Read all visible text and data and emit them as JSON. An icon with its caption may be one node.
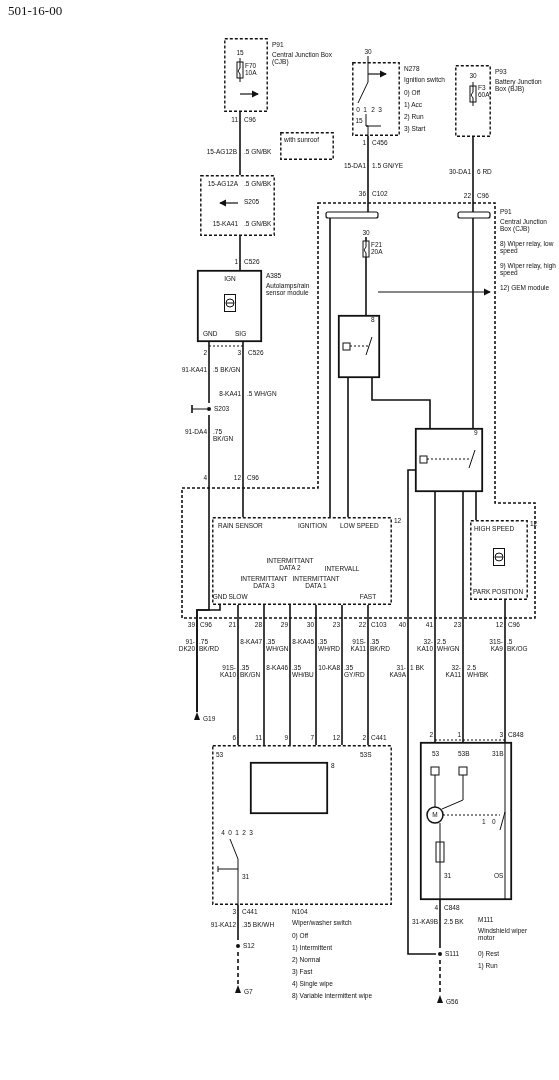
{
  "diagram": {
    "nodes": [
      {
        "text": [
          "P91",
          "Central Junction Box (CJB)"
        ]
      },
      {
        "text": [
          "with sunroof"
        ]
      },
      {
        "text": [
          "S205"
        ]
      },
      {
        "text": [
          "A385",
          "Autolamps/rain sensor module",
          "IGN",
          "GND",
          "SIG"
        ]
      },
      {
        "text": [
          "N278",
          "Ignition switch",
          "0) Off",
          "1) Acc",
          "2) Run",
          "3) Start"
        ]
      },
      {
        "text": [
          "P93",
          "Battery Junction Box (BJB)"
        ]
      },
      {
        "text": [
          "P91",
          "Central Junction Box (CJB)",
          "8) Wiper relay, low speed",
          "9) Wiper relay, high speed",
          "12) GEM module"
        ]
      },
      {
        "text": [
          "8"
        ],
        "in": 6
      },
      {
        "text": [
          "9"
        ],
        "in": 6
      },
      {
        "text": [
          "12",
          "RAIN SENSOR",
          "IGNITION",
          "LOW SPEED",
          "GND",
          "SLOW",
          "INTERMITTANT DATA 3",
          "INTERMITTANT DATA 2",
          "INTERMITTANT DATA 1",
          "INTERVALL",
          "FAST"
        ],
        "in": 6
      },
      {
        "text": [
          "12",
          "HIGH SPEED",
          "PARK POSITION"
        ],
        "in": 6
      },
      {
        "text": [
          "S203"
        ]
      },
      {
        "text": [
          "G19"
        ]
      },
      {
        "text": [
          "53",
          "53S",
          "4",
          "0",
          "1",
          "2",
          "3",
          "31"
        ],
        "beside": [
          "N104",
          "Wiper/washer switch",
          "0) Off",
          "1) Intermittent",
          "2) Normal",
          "3) Fast",
          "4) Single wipe",
          "8) Variable intermittent wipe"
        ]
      },
      {
        "text": [
          "8"
        ],
        "in": 13
      },
      {
        "text": [
          "53",
          "53B",
          "31B",
          "M",
          "1",
          "0",
          "31",
          "OS"
        ],
        "beside": [
          "M111",
          "Windshield wiper motor",
          "0) Rest",
          "1) Run"
        ]
      },
      {
        "text": [
          "S12"
        ]
      },
      {
        "text": [
          "G7"
        ]
      },
      {
        "text": [
          "S111"
        ]
      },
      {
        "text": [
          "G56"
        ]
      },
      {
        "text": [
          "30",
          "F21 20A"
        ],
        "in": 6
      }
    ],
    "edges": [
      {
        "from": 0,
        "to": 2,
        "arrow": "none"
      },
      {
        "from": 2,
        "to": 3,
        "arrow": "none"
      },
      {
        "from": 4,
        "to": 9,
        "arrow": "none"
      },
      {
        "from": 5,
        "to": 8,
        "arrow": "none"
      },
      {
        "from": 3,
        "to": 11,
        "arrow": "none"
      },
      {
        "from": 11,
        "to": 12,
        "arrow": "none"
      },
      {
        "from": 9,
        "to": 12,
        "arrow": "none"
      },
      {
        "from": 3,
        "to": 9,
        "arrow": "none"
      },
      {
        "from": 9,
        "to": 7,
        "arrow": "none"
      },
      {
        "from": 7,
        "to": 8,
        "arrow": "none"
      },
      {
        "from": 20,
        "to": 7,
        "arrow": "none"
      },
      {
        "from": 10,
        "to": 8,
        "arrow": "none"
      },
      {
        "from": 9,
        "to": 13,
        "arrow": "none"
      },
      {
        "from": 9,
        "to": 13,
        "arrow": "none"
      },
      {
        "from": 9,
        "to": 13,
        "arrow": "none"
      },
      {
        "from": 9,
        "to": 13,
        "arrow": "none"
      },
      {
        "from": 9,
        "to": 13,
        "arrow": "none"
      },
      {
        "from": 9,
        "to": 13,
        "arrow": "none"
      },
      {
        "from": 8,
        "to": 18,
        "arrow": "none"
      },
      {
        "from": 8,
        "to": 15,
        "arrow": "none"
      },
      {
        "from": 8,
        "to": 15,
        "arrow": "none"
      },
      {
        "from": 10,
        "to": 15,
        "arrow": "none"
      },
      {
        "from": 13,
        "to": 16,
        "arrow": "none"
      },
      {
        "from": 16,
        "to": 17,
        "arrow": "none",
        "style": "dashed"
      },
      {
        "from": 15,
        "to": 18,
        "arrow": "none"
      },
      {
        "from": 18,
        "to": 19,
        "arrow": "none",
        "style": "dashed"
      }
    ],
    "labels": [
      "501-16-00",
      "15",
      "F70 10A",
      "11",
      "C96",
      "15-AG12B",
      ".5 GN/BK",
      "15-AG12A",
      ".5 GN/BK",
      "15-KA41",
      ".5 GN/BK",
      "1",
      "C526",
      "30",
      "1",
      "C456",
      "15-DA1",
      "1.5 GN/YE",
      "36",
      "C102",
      "30",
      "F3 60A",
      "30-DA1",
      "6 RD",
      "22",
      "C96",
      "2",
      "3",
      "C526",
      "91-KA41",
      ".5 BK/GN",
      "8-KA41",
      ".5 WH/GN",
      "91-DA4",
      ".75 BK/GN",
      "4",
      "12",
      "C96",
      "39",
      "C96",
      "21",
      "28",
      "29",
      "30",
      "23",
      "22",
      "C103",
      "40",
      "41",
      "23",
      "12",
      "C96",
      "91-DK20",
      ".75 BK/RD",
      "8-KA47",
      ".35 WH/GN",
      "8-KA45",
      ".35 WH/RD",
      "91S-KA11",
      ".35 BK/RD",
      "32-KA10",
      "2.5 WH/GN",
      "31S-KA9",
      ".5 BK/OG",
      "91S-KA10",
      ".35 BK/GN",
      "8-KA46",
      ".35 WH/BU",
      "10-KA8",
      ".35 GY/RD",
      "31-KA9A",
      "1 BK",
      "32-KA11",
      "2.5 WH/BK",
      "6",
      "11",
      "9",
      "7",
      "12",
      "2",
      "C441",
      "2",
      "1",
      "3",
      "C848",
      "3",
      "C441",
      "91-KA12",
      ".35 BK/WH",
      "4",
      "C848",
      "31-KA9B",
      "2.5 BK",
      "0",
      "1",
      "2",
      "3",
      "15"
    ]
  }
}
